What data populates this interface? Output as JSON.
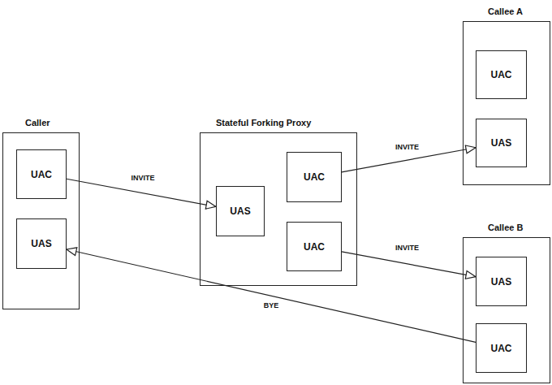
{
  "diagram": {
    "nodes": [
      {
        "text": [
          "Caller"
        ]
      },
      {
        "text": [
          "UAC"
        ],
        "in": 0
      },
      {
        "text": [
          "UAS"
        ],
        "in": 0
      },
      {
        "text": [
          "Stateful Forking Proxy"
        ]
      },
      {
        "text": [
          "UAS"
        ],
        "in": 3
      },
      {
        "text": [
          "UAC"
        ],
        "in": 3
      },
      {
        "text": [
          "UAC"
        ],
        "in": 3
      },
      {
        "text": [
          "Callee A"
        ]
      },
      {
        "text": [
          "UAC"
        ],
        "in": 7
      },
      {
        "text": [
          "UAS"
        ],
        "in": 7
      },
      {
        "text": [
          "Callee B"
        ]
      },
      {
        "text": [
          "UAS"
        ],
        "in": 10
      },
      {
        "text": [
          "UAC"
        ],
        "in": 10
      }
    ],
    "edges": [
      {
        "from": 1,
        "to": 4,
        "label": "INVITE",
        "arrow": "to"
      },
      {
        "from": 5,
        "to": 9,
        "label": "INVITE",
        "arrow": "to"
      },
      {
        "from": 6,
        "to": 11,
        "label": "INVITE",
        "arrow": "to"
      },
      {
        "from": 12,
        "to": 2,
        "label": "BYE",
        "arrow": "to"
      }
    ]
  }
}
